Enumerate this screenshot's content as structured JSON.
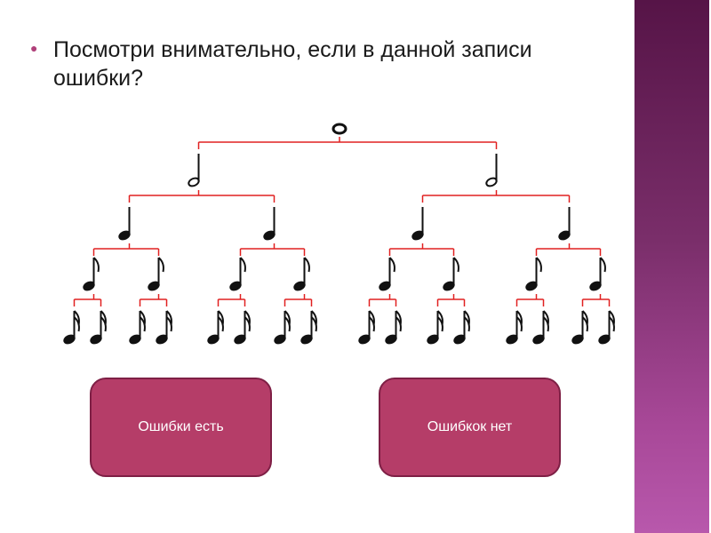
{
  "slide": {
    "question": "Посмотри внимательно, если в данной записи ошибки?",
    "buttons": [
      {
        "label": "Ошибки есть"
      },
      {
        "label": "Ошибкок нет"
      }
    ]
  },
  "diagram": {
    "levels": [
      "whole",
      "half",
      "quarter",
      "eighth",
      "sixteenth"
    ],
    "branching": 2,
    "colors": {
      "bracket": "#e02020",
      "note": "#111111",
      "button": "#b53d68"
    }
  }
}
